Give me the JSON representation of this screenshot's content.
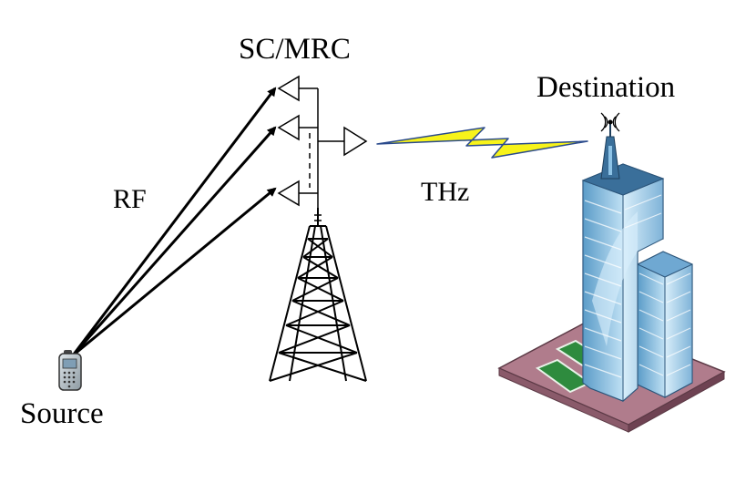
{
  "labels": {
    "relay": "SC/MRC",
    "destination": "Destination",
    "rf_link": "RF",
    "thz_link": "THz",
    "source": "Source"
  },
  "icons": {
    "source_device": "mobile-phone-icon",
    "relay_tower": "lattice-tower-icon",
    "destination_building": "skyscraper-icon",
    "signal": "wireless-signal-icon",
    "thz_link": "lightning-bolt-icon"
  },
  "colors": {
    "line": "#000000",
    "bolt_fill": "#f7f31a",
    "bolt_stroke": "#2a4a8c",
    "building_blue": "#8ec3e6",
    "building_dark": "#3a6f9a",
    "plaza": "#b07c8c",
    "grass": "#2e8b3e"
  }
}
